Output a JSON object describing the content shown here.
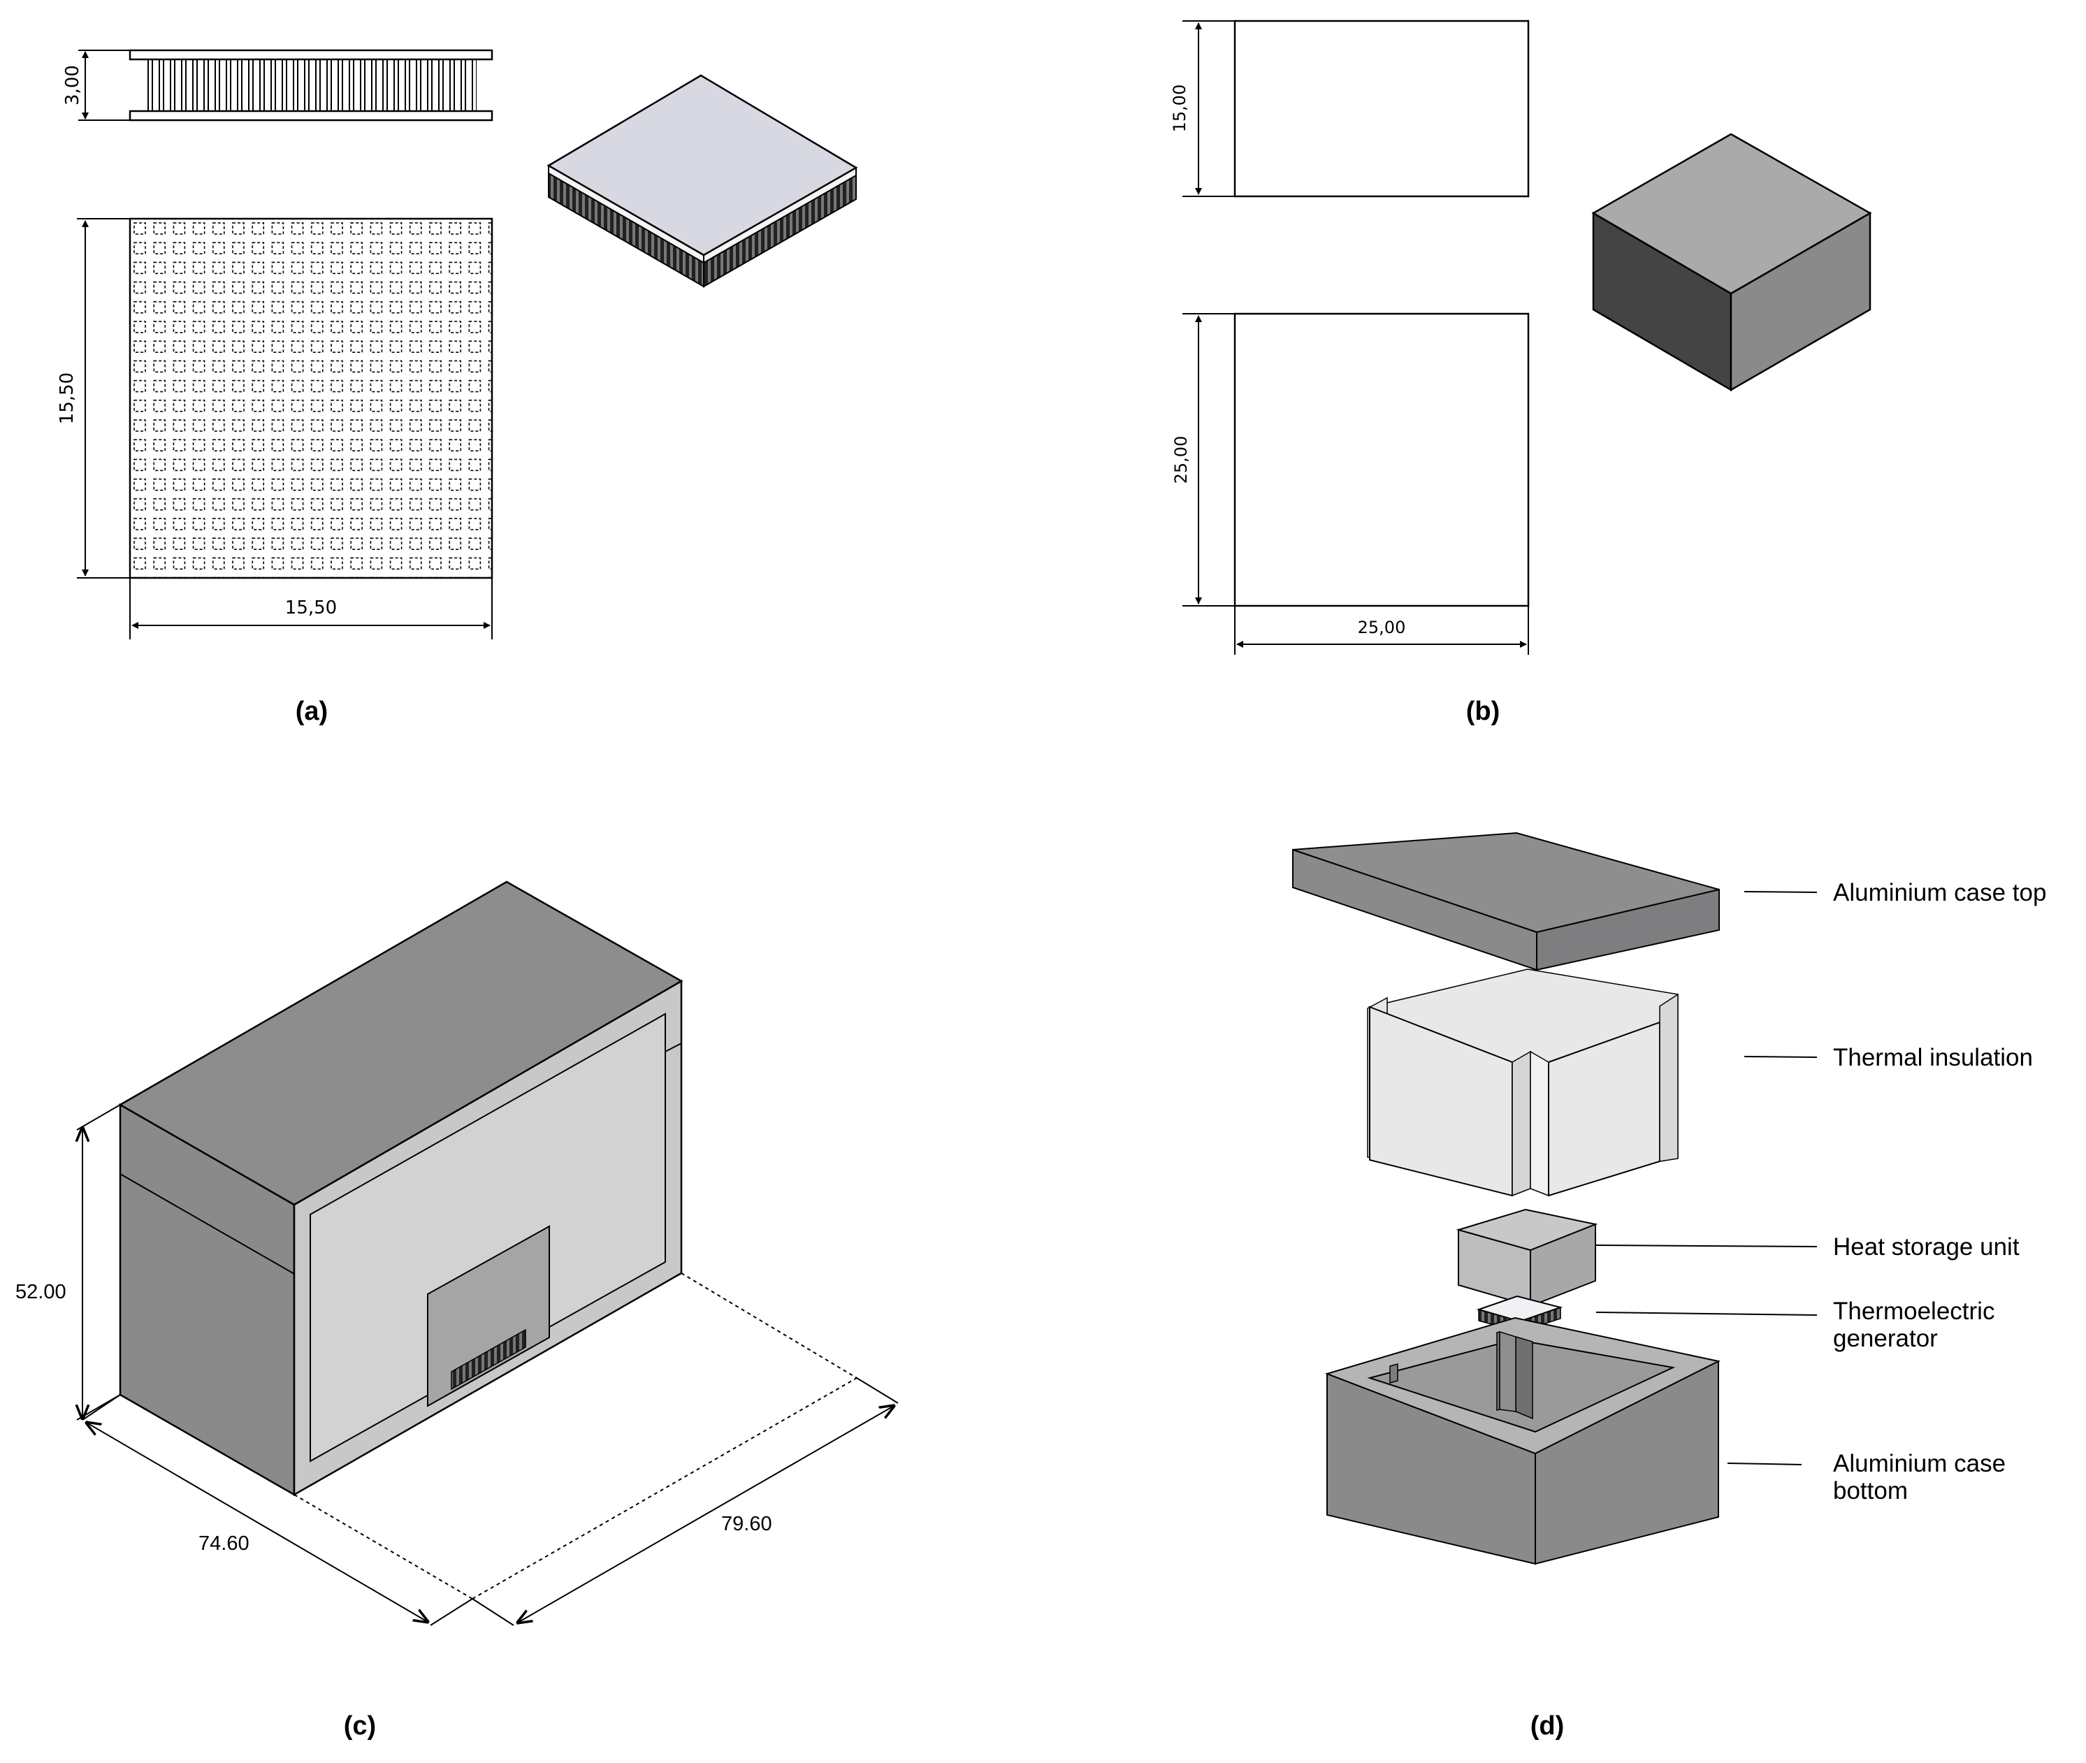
{
  "panels": [
    {
      "label": "(a)"
    },
    {
      "label": "(b)"
    },
    {
      "label": "(c)"
    },
    {
      "label": "(d)"
    }
  ],
  "panel_a": {
    "dim_height": "3,00",
    "dim_side": "15,50",
    "dim_width": "15,50"
  },
  "panel_b": {
    "dim_height": "15,00",
    "dim_side": "25,00",
    "dim_width": "25,00"
  },
  "panel_c": {
    "dim_height": "52.00",
    "dim_depth": "74.60",
    "dim_width": "79.60"
  },
  "panel_d": {
    "labels": [
      {
        "line1": "Aluminium case top",
        "line2": ""
      },
      {
        "line1": "Thermal insulation",
        "line2": ""
      },
      {
        "line1": "Heat storage unit",
        "line2": ""
      },
      {
        "line1": "Thermoelectric",
        "line2": "generator"
      },
      {
        "line1": "Aluminium case",
        "line2": "bottom"
      }
    ]
  },
  "colors": {
    "case_dark": "#8a8a8b",
    "case_top": "#8d8d8e",
    "insulation": "#e8e8e8",
    "storage": "#c8c8c8",
    "teg_top": "#d8d8e2",
    "cube_left": "#444444",
    "cube_right": "#8a8a8a",
    "cube_top": "#aaaaaa"
  }
}
